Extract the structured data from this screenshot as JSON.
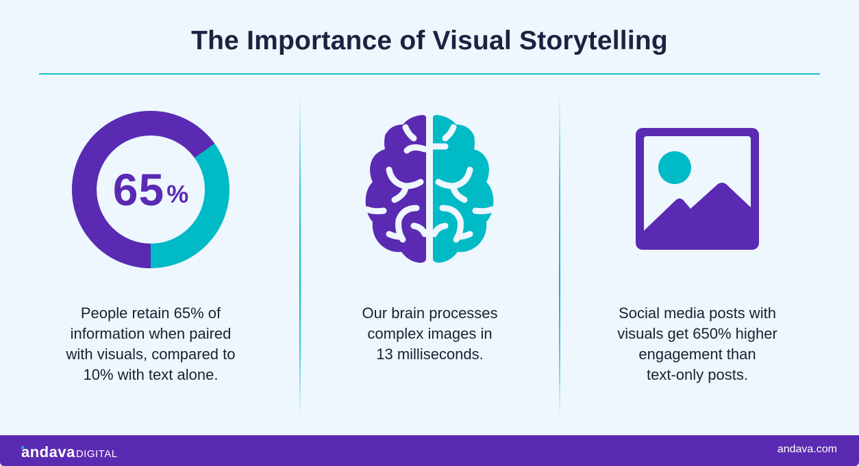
{
  "title": "The Importance of Visual Storytelling",
  "colors": {
    "primary": "#5b2ab2",
    "accent": "#00bac6",
    "text": "#1b2030",
    "background": "#eef6fe"
  },
  "columns": [
    {
      "icon": "donut-chart-icon",
      "donut": {
        "value_number": "65",
        "value_suffix": "%",
        "fraction": 0.65
      },
      "text": "People retain 65% of\ninformation when paired\nwith visuals, compared to\n10% with text alone."
    },
    {
      "icon": "brain-icon",
      "text": "Our brain processes\ncomplex images in\n13 milliseconds."
    },
    {
      "icon": "image-icon",
      "text": "Social media posts with\nvisuals get 650% higher\nengagement than\ntext-only posts."
    }
  ],
  "footer": {
    "logo_brand": "andava",
    "logo_sub": "DIGITAL",
    "website": "andava.com"
  }
}
